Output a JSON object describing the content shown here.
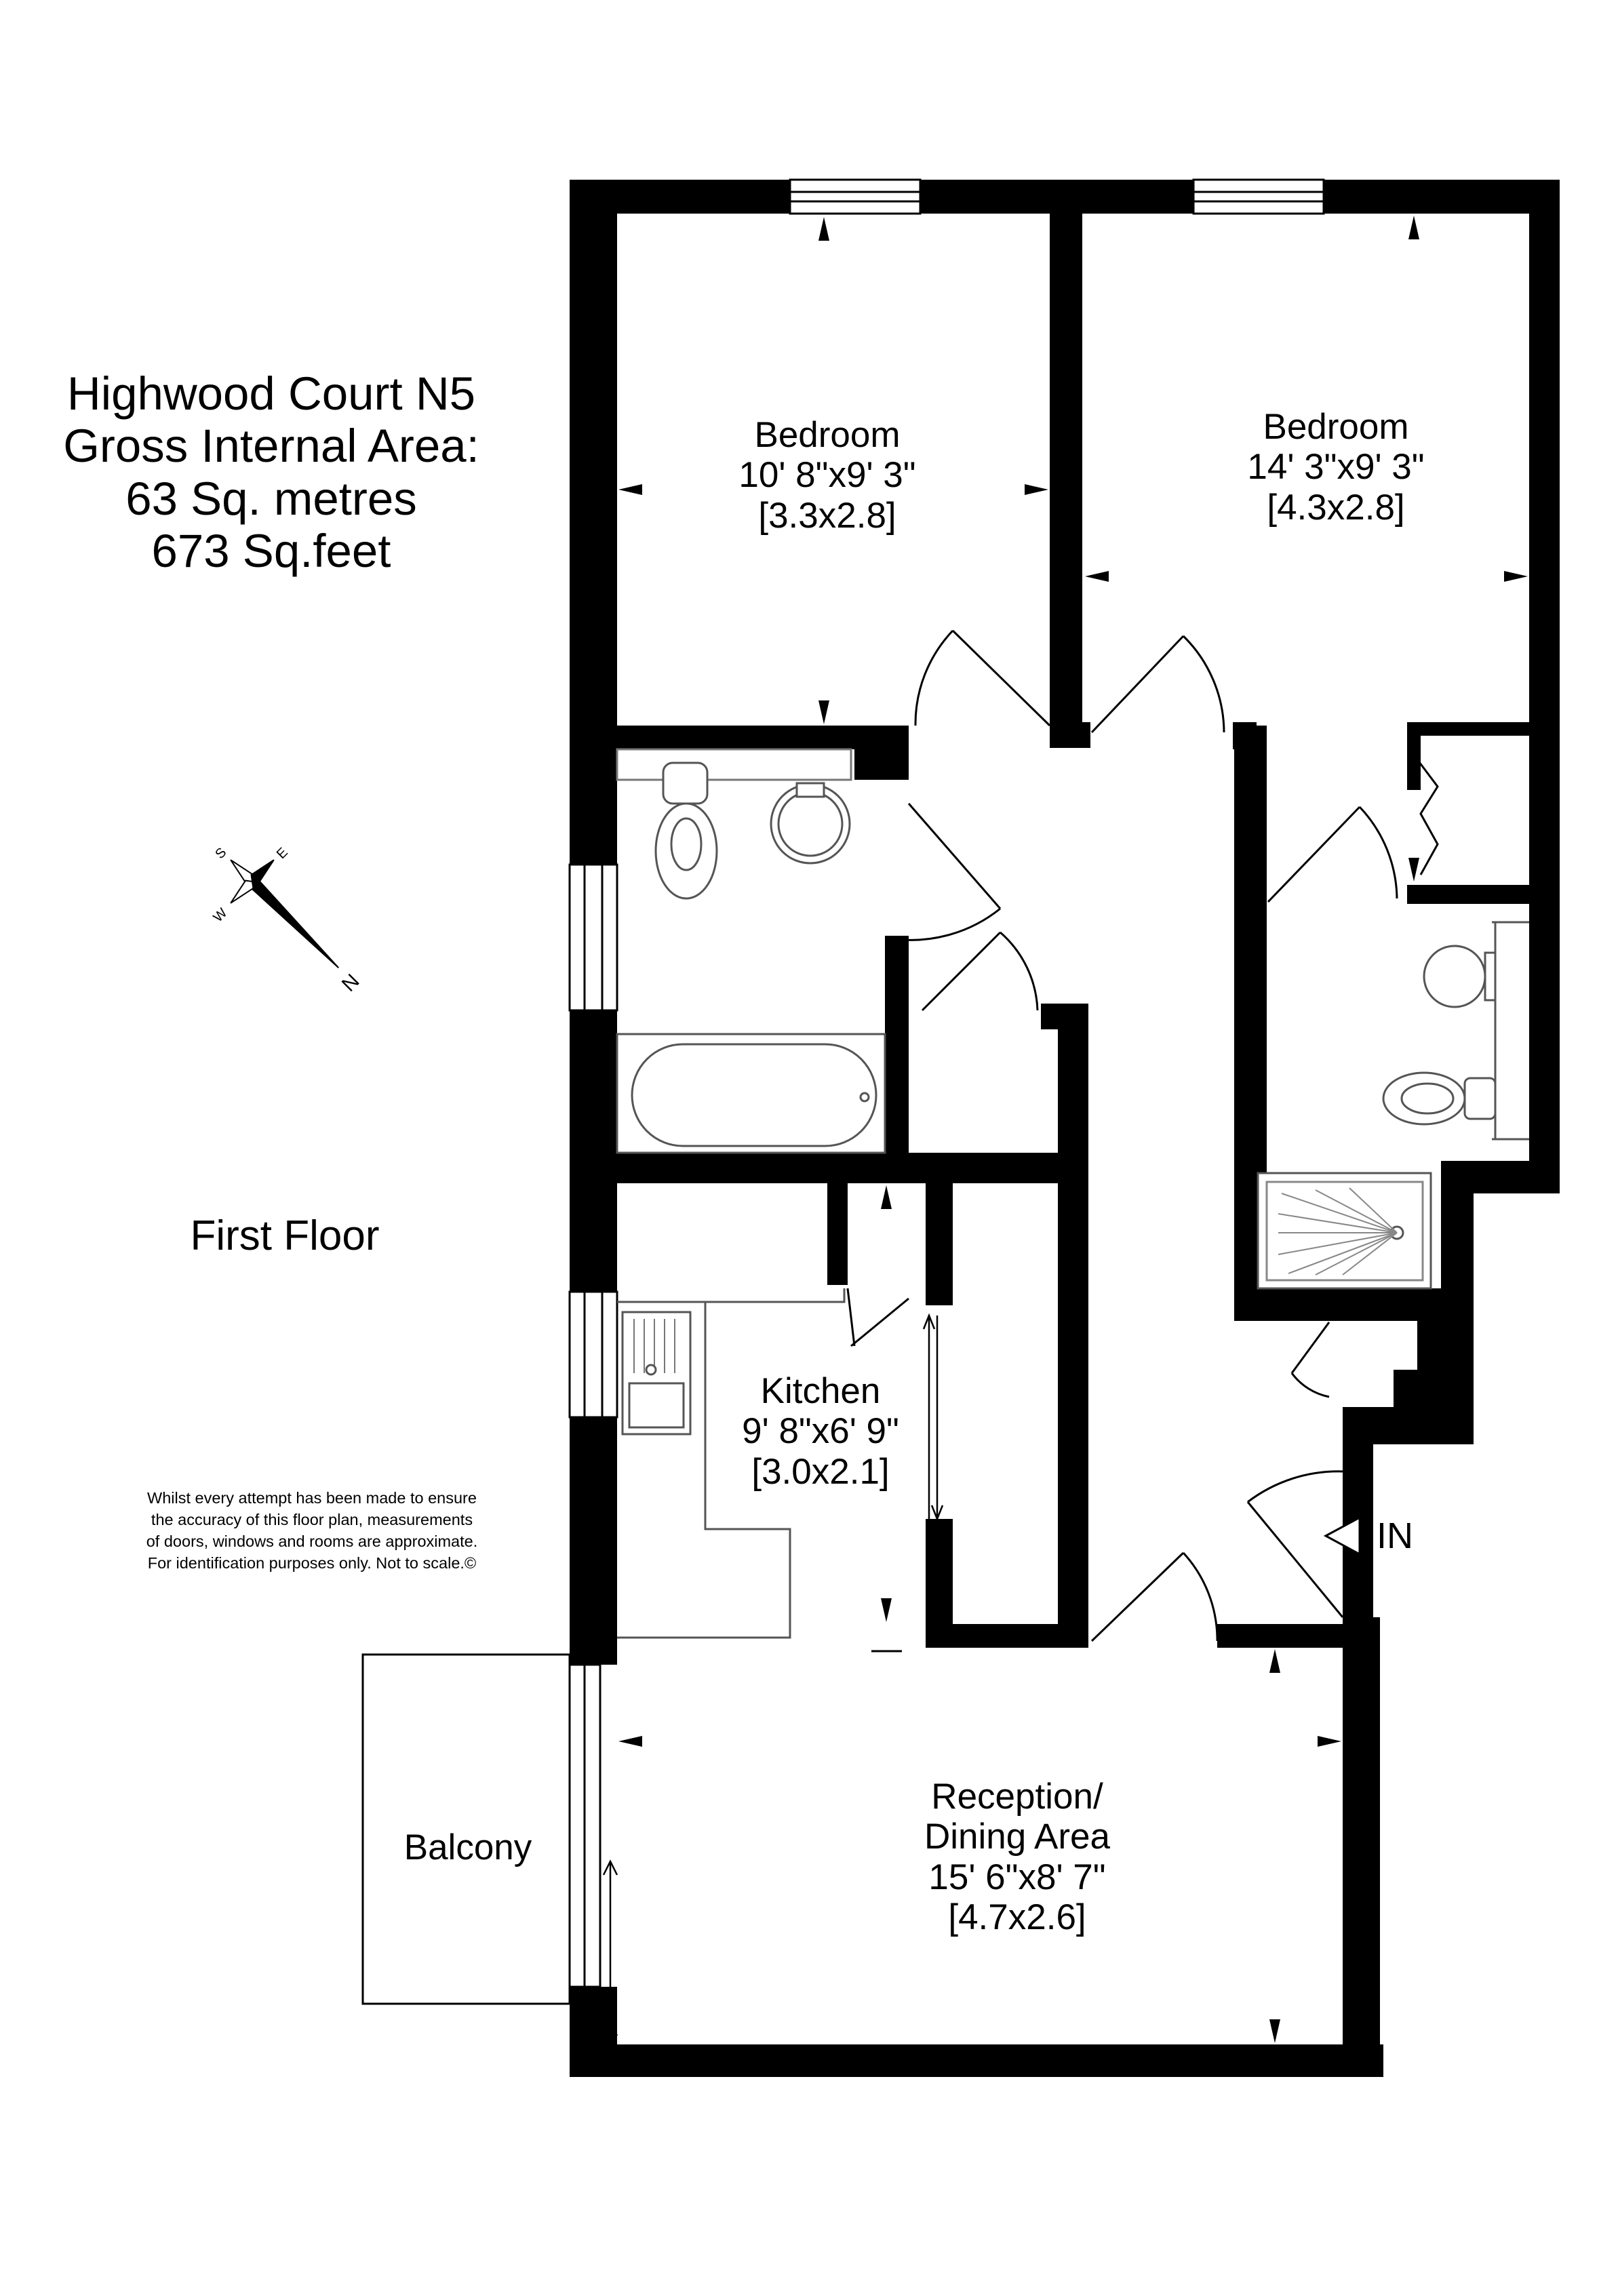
{
  "property": {
    "name": "Highwood Court N5",
    "area_label": "Gross Internal Area:",
    "area_metric": "63 Sq. metres",
    "area_imperial": "673 Sq.feet"
  },
  "floor_label": "First Floor",
  "disclaimer": [
    "Whilst every attempt has been made to ensure",
    "the accuracy of this floor plan, measurements",
    "of doors, windows and rooms are approximate.",
    "For identification purposes only. Not to scale.©"
  ],
  "rooms": {
    "bedroom1": {
      "name": "Bedroom",
      "imperial": "10' 8\"x9' 3\"",
      "metric": "[3.3x2.8]"
    },
    "bedroom2": {
      "name": "Bedroom",
      "imperial": "14' 3\"x9' 3\"",
      "metric": "[4.3x2.8]"
    },
    "kitchen": {
      "name": "Kitchen",
      "imperial": "9' 8\"x6' 9\"",
      "metric": "[3.0x2.1]"
    },
    "reception": {
      "name1": "Reception/",
      "name2": "Dining Area",
      "imperial": "15' 6\"x8' 7\"",
      "metric": "[4.7x2.6]"
    },
    "balcony": {
      "name": "Balcony"
    }
  },
  "entrance_label": "IN",
  "compass": {
    "n": "N",
    "s": "S",
    "e": "E",
    "w": "W"
  },
  "colors": {
    "wall": "#000000",
    "background": "#ffffff",
    "fixture_line": "#555555"
  }
}
